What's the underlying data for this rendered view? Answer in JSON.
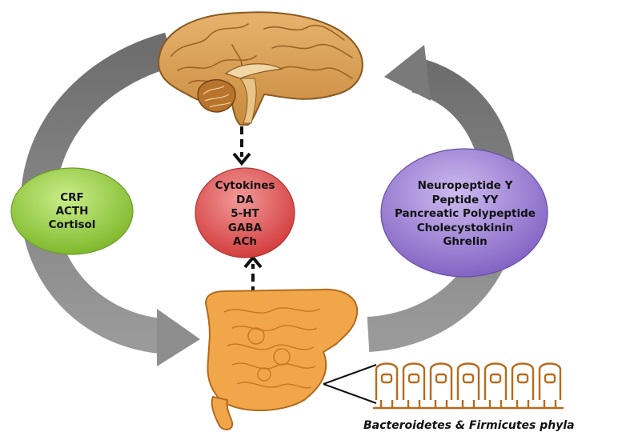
{
  "hpa_axis": {
    "items": [
      "CRF",
      "ACTH",
      "Cortisol"
    ],
    "color": "#8cc63e"
  },
  "neuroactive": {
    "items": [
      "Cytokines",
      "DA",
      "5-HT",
      "GABA",
      "ACh"
    ],
    "color": "#e05656"
  },
  "gut_peptides": {
    "items": [
      "Neuropeptide Y",
      "Peptide YY",
      "Pancreatic Polypeptide",
      "Cholecystokinin",
      "Ghrelin"
    ],
    "color": "#9b7fd1"
  },
  "microbiota": {
    "caption": "Bacteroidetes & Firmicutes phyla",
    "color": "#c07a2a"
  },
  "icons": [
    "brain-icon",
    "intestine-icon",
    "villi-icon"
  ],
  "colors": {
    "arrow": "#8a8a8a",
    "brain": "#d9a05a",
    "intestine": "#f0a848"
  }
}
